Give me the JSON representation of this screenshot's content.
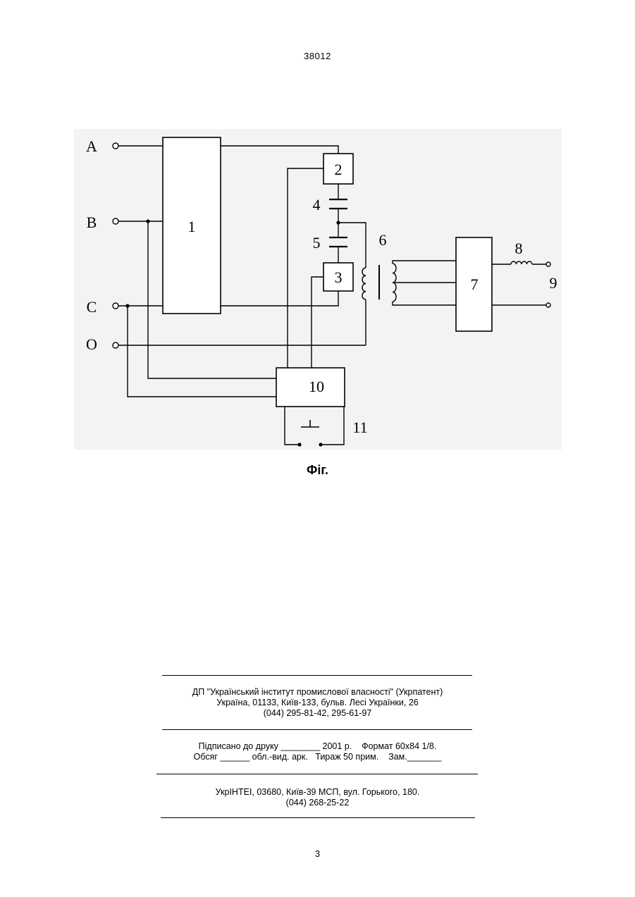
{
  "header": {
    "doc_number": "38012"
  },
  "figure": {
    "terminal_labels": {
      "a": "A",
      "b": "B",
      "c": "C",
      "o": "O"
    },
    "block_labels": {
      "b1": "1",
      "b2": "2",
      "c4": "4",
      "c5": "5",
      "t6": "6",
      "b3": "3",
      "b7": "7",
      "l8": "8",
      "out9": "9",
      "b10": "10",
      "sw11": "11"
    },
    "caption": "Фіг."
  },
  "imprint": {
    "publisher": {
      "line1": "ДП \"Український інститут промислової власності\" (Укрпатент)",
      "line2": "Україна, 01133, Київ-133, бульв. Лесі Українки, 26",
      "line3": "(044) 295-81-42, 295-61-97"
    },
    "print_info": {
      "line1": "Підписано до друку ________ 2001 р.    Формат 60х84 1/8.",
      "line2": "Обсяг ______ обл.-вид. арк.   Тираж 50 прим.    Зам._______"
    },
    "printer": {
      "line1": "УкрІНТЕІ, 03680, Київ-39 МСП, вул. Горького, 180.",
      "line2": "(044) 268-25-22"
    }
  },
  "footer": {
    "page_number": "3"
  }
}
